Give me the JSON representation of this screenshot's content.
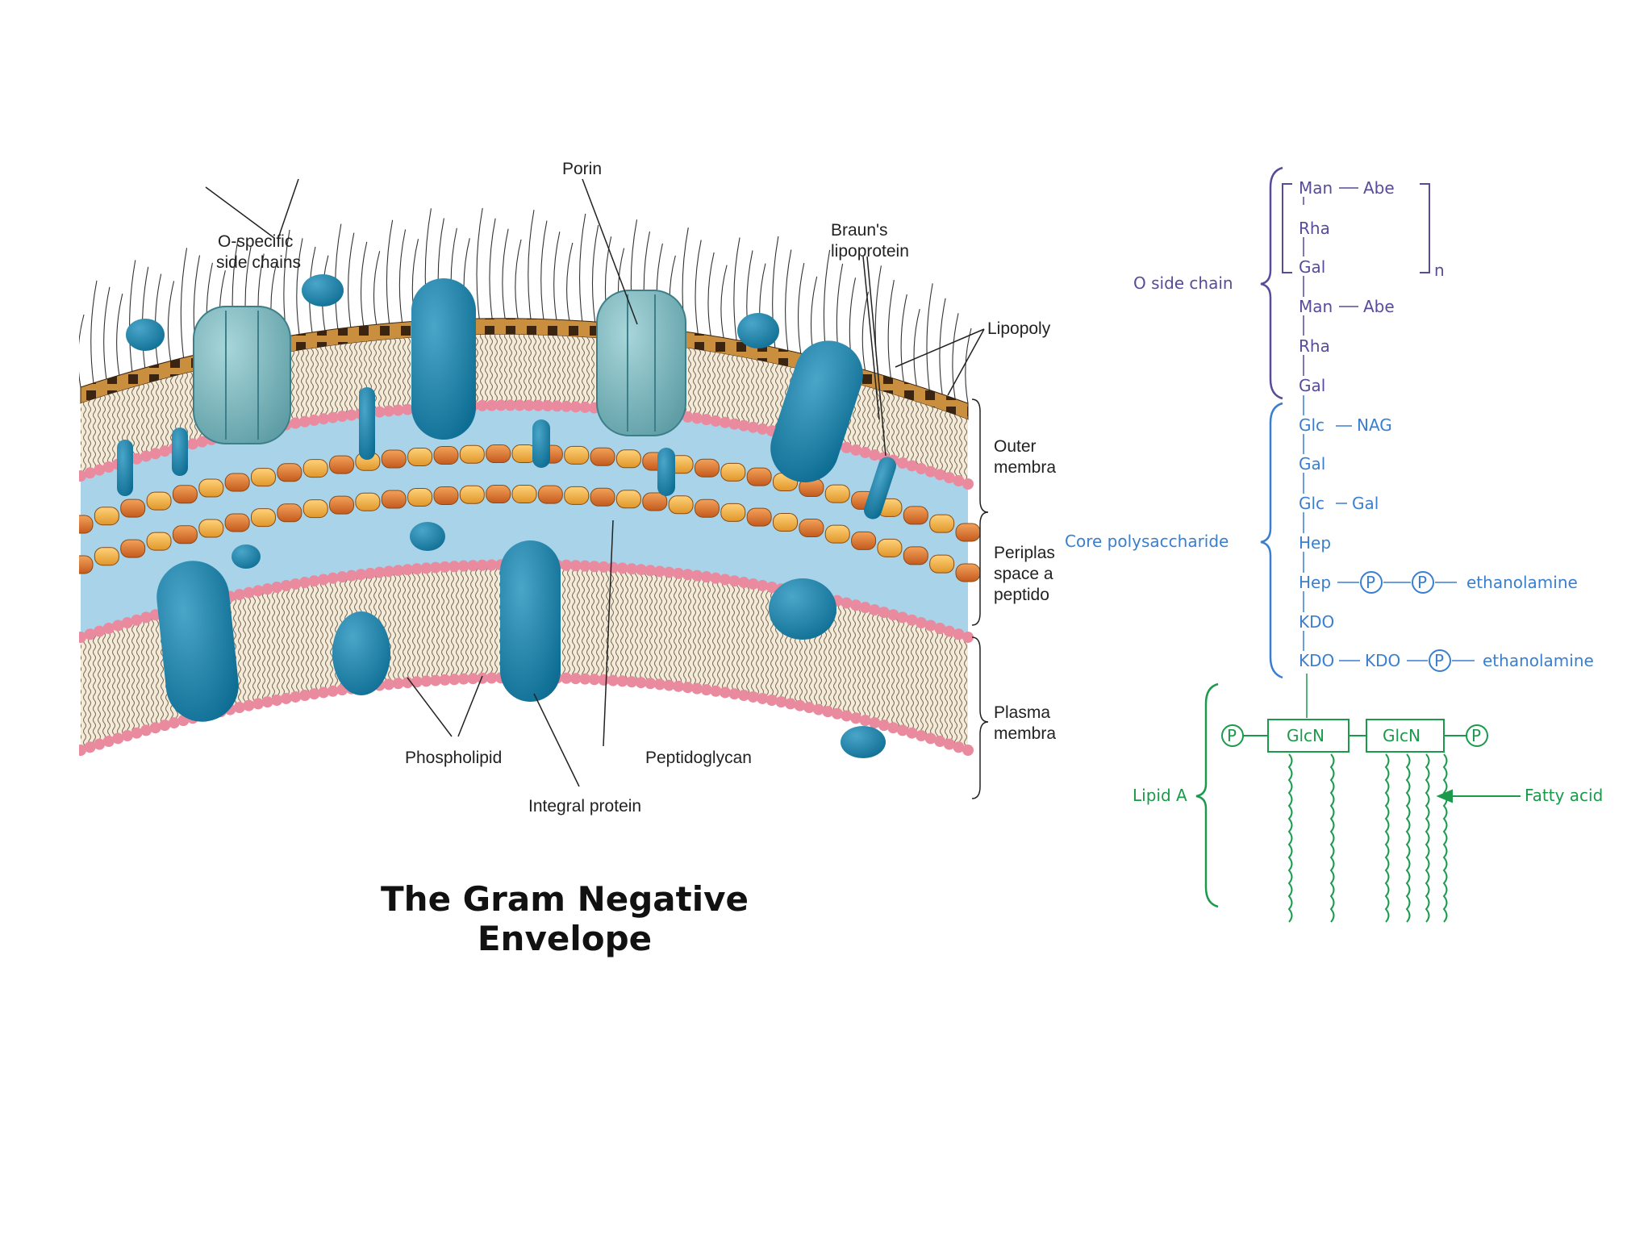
{
  "caption": "The Gram Negative Envelope",
  "envelope": {
    "labels": {
      "o_specific": [
        "O-specific",
        "side chains"
      ],
      "porin": "Porin",
      "brauns": [
        "Braun's",
        "lipoprotein"
      ],
      "lipopoly": "Lipopoly",
      "outer": [
        "Outer",
        "membra"
      ],
      "periplasm": [
        "Periplas",
        "space a",
        "peptido"
      ],
      "plasma": [
        "Plasma",
        "membra"
      ],
      "phospholipid": "Phospholipid",
      "peptidoglycan": "Peptidoglycan",
      "integral_protein": "Integral protein"
    }
  },
  "lps": {
    "colors": {
      "o_chain": "#5a4a9a",
      "core": "#3a7fcf",
      "lipid": "#1a9a4a"
    },
    "sections": {
      "o_side_chain": "O side chain",
      "core": "Core polysaccharide",
      "lipid_a": "Lipid A"
    },
    "repeat_n": "n",
    "repeat_unit": [
      "Man",
      "Abe",
      "Rha",
      "Gal"
    ],
    "o_units": [
      "Man",
      "Abe",
      "Rha",
      "Gal"
    ],
    "core_units": [
      "Glc",
      "NAG",
      "Gal",
      "Glc",
      "Gal",
      "Hep",
      "Hep",
      "P",
      "P",
      "ethanolamine",
      "KDO",
      "KDO",
      "KDO",
      "P",
      "ethanolamine"
    ],
    "lipid": {
      "glcn": [
        "GlcN",
        "GlcN"
      ],
      "phosphate": "P",
      "fatty_acid": "Fatty  acid"
    }
  }
}
